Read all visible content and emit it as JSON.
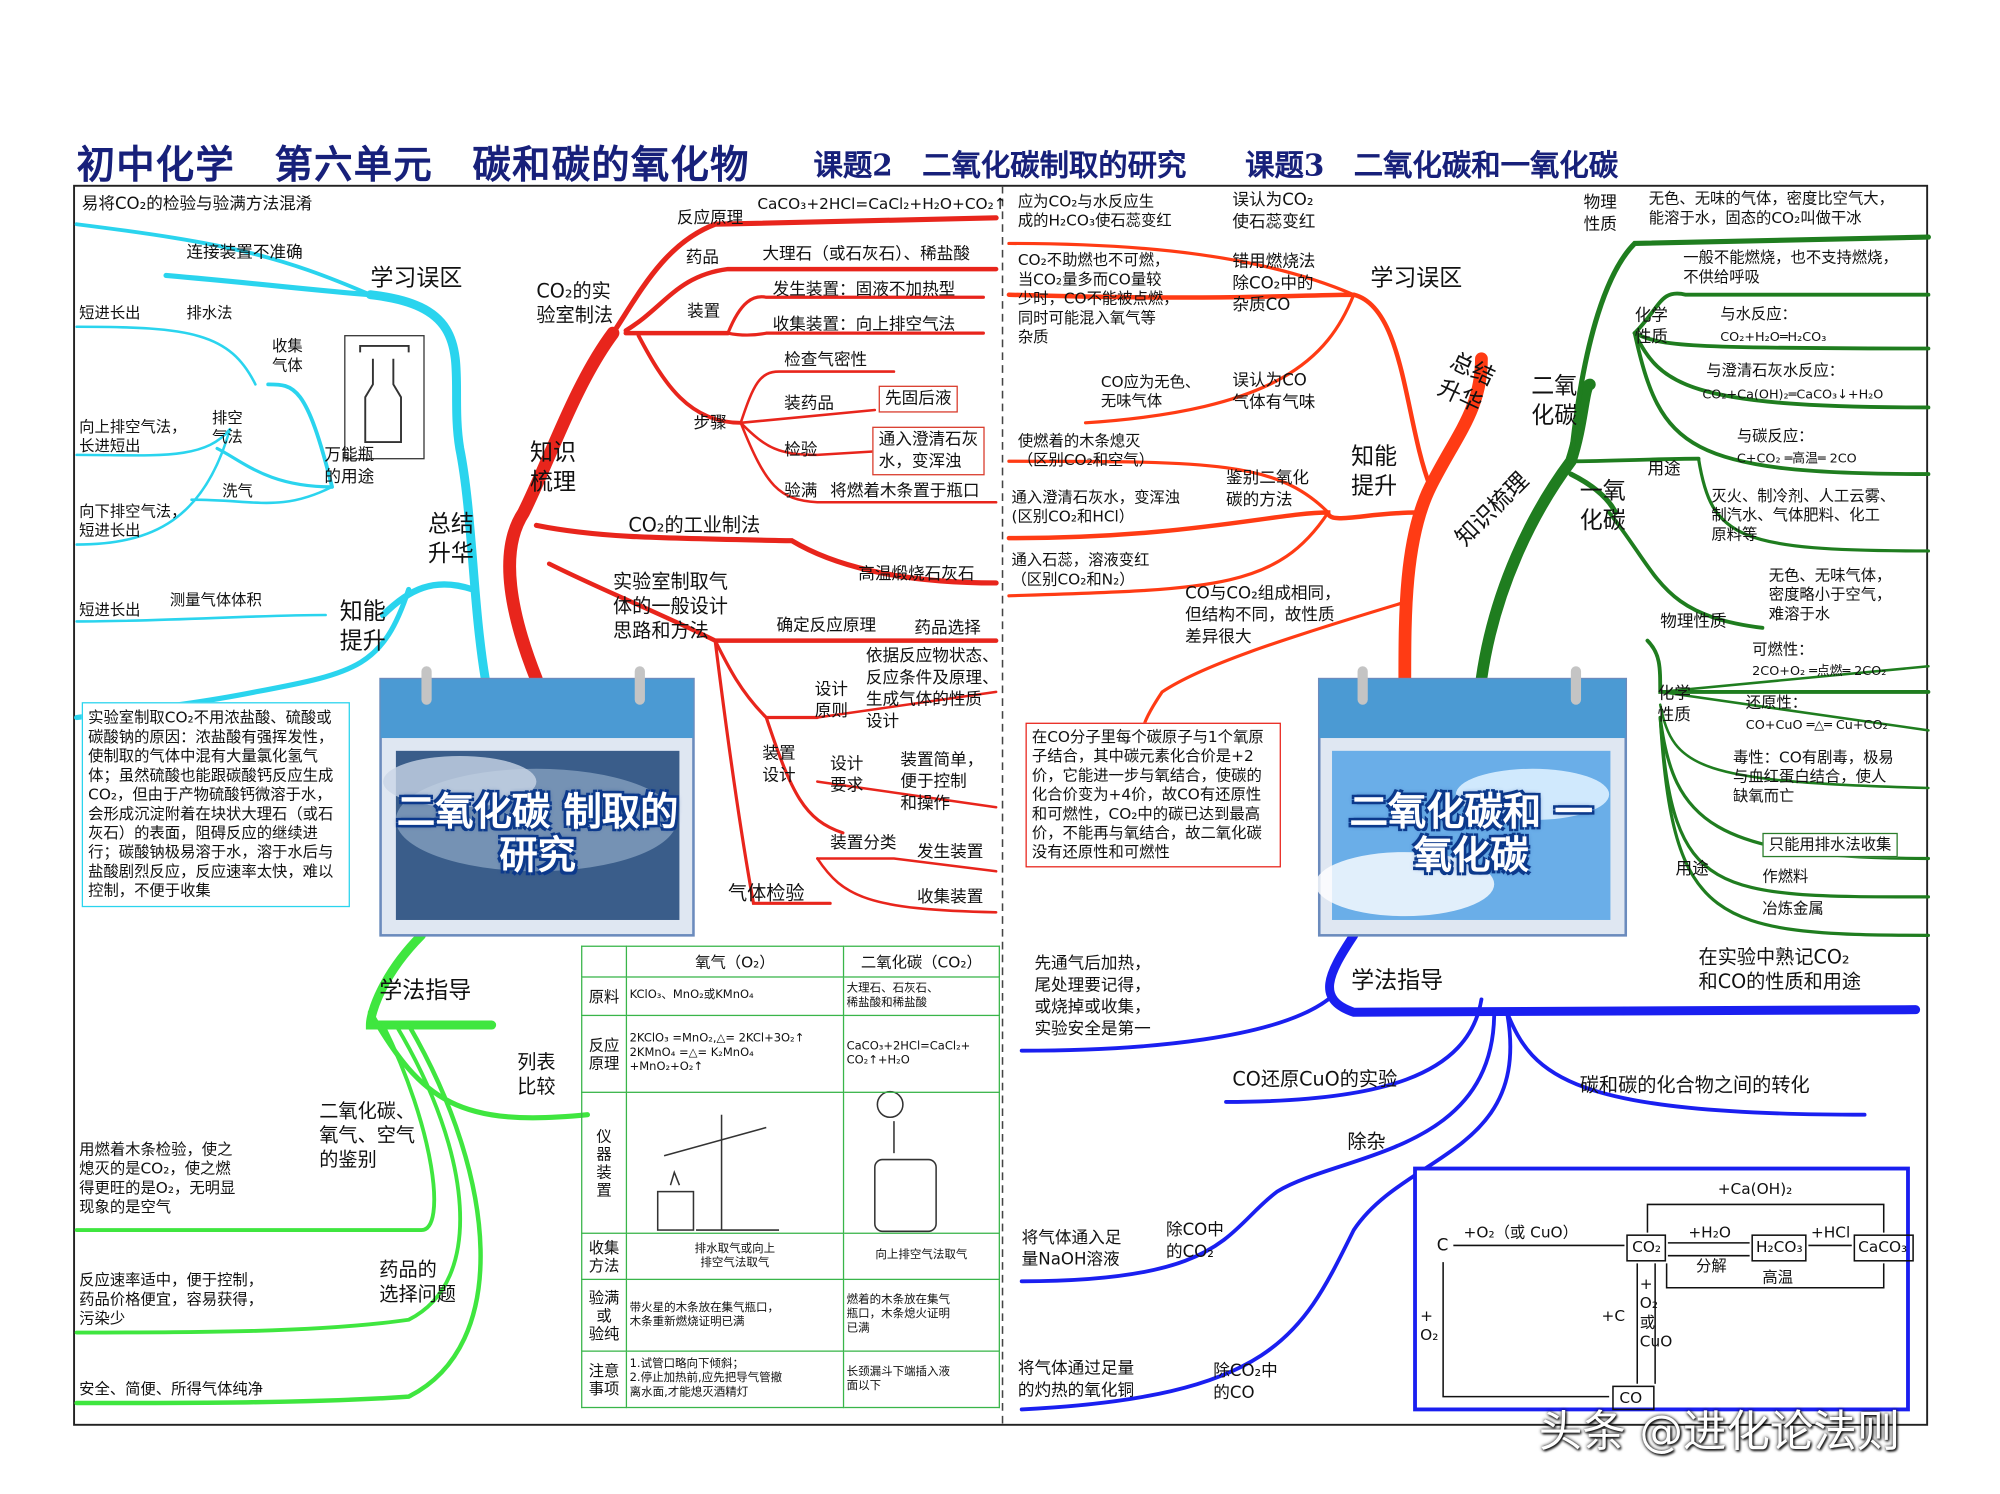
{
  "title": {
    "main": "初中化学　第六单元　碳和碳的氧化物",
    "topic2": "课题2　二氧化碳制取的研究",
    "topic3": "课题3　二氧化碳和一氧化碳"
  },
  "calendars": {
    "left": "二氧化碳\n制取的研究",
    "right": "二氧化碳和\n一氧化碳"
  },
  "left": {
    "branch_zhishi_shuli": "知识\n梳理",
    "branch_zongjie": "总结\n升华",
    "branch_xuexi_wuqu": "学习误区",
    "branch_zhineng": "知能\n提升",
    "branch_xuefa": "学法指导",
    "co2_lab": "CO₂的实\n验室制法",
    "fanying_yuanli": "反应原理",
    "fanying_eq": "CaCO₃+2HCl=CaCl₂+H₂O+CO₂↑",
    "yaopin": "药品",
    "yaopin_val": "大理石（或石灰石）、稀盐酸",
    "zhuangzhi": "装置",
    "fasheng": "发生装置：固液不加热型",
    "shouji": "收集装置：向上排空气法",
    "jiancha": "检查气密性",
    "buzhou": "步骤",
    "zhuangyaopin": "装药品",
    "xiangu": "先固后液",
    "jianyan": "检验",
    "jianyan_val": "通入澄清石灰\n水，变浑浊",
    "yanman": "验满",
    "yanman_val": "将燃着木条置于瓶口",
    "co2_industry": "CO₂的工业制法",
    "gaowen": "高温煅烧石灰石",
    "design": "实验室制取气\n体的一般设计\n思路和方法",
    "queding": "确定反应原理",
    "yaopin_xuanze": "药品选择",
    "sheji_yuanli": "设计\n原则",
    "sheji_yuanli_val": "依据反应物状态、\n反应条件及原理、\n生成气体的性质\n设计",
    "zhuangzhi_sheji": "装置\n设计",
    "sheji_yaoqiu": "设计\n要求",
    "sheji_yaoqiu_val": "装置简单，\n便于控制\n和操作",
    "zhuangzhi_fenlei": "装置分类",
    "fasheng2": "发生装置",
    "shouji2": "收集装置",
    "qiti_jianyan": "气体检验",
    "wuqu1": "易将CO₂的检验与验满方法混淆",
    "wuqu2": "连接装置不准确",
    "paishuifa": "排水法",
    "duanjin1": "短进长出",
    "shouji_qiti": "收集\n气体",
    "paikong": "排空\n气法",
    "xiangshang": "向上排空气法，\n长进短出",
    "xiangxia": "向下排空气法，\n短进长出",
    "xiqi": "洗气",
    "wanneng": "万能瓶\n的用途",
    "duanjin2": "短进长出",
    "celiang": "测量气体体积",
    "note": "实验室制取CO₂不用浓盐酸、硫酸或碳酸钠的原因：浓盐酸有强挥发性，使制取的气体中混有大量氯化氢气体；虽然硫酸也能跟碳酸钙反应生成CO₂，但由于产物硫酸钙微溶于水，会形成沉淀附着在块状大理石（或石灰石）的表面，阻碍反应的继续进行；碳酸钠极易溶于水，溶于水后与盐酸剧烈反应，反应速率太快，难以控制，不便于收集",
    "liebiao": "列表\n比较",
    "jianbie": "二氧化碳、\n氧气、空气\n的鉴别",
    "jianbie_val": "用燃着木条检验，使之\n熄灭的是CO₂，使之燃\n得更旺的是O₂，无明显\n现象的是空气",
    "xuanze": "药品的\n选择问题",
    "xuanze_val": "反应速率适中，便于控制，\n药品价格便宜，容易获得，\n污染少",
    "anquan": "安全、简便、所得气体纯净"
  },
  "table": {
    "headers": [
      "氧气（O₂）",
      "二氧化碳（CO₂）"
    ],
    "rows": [
      {
        "label": "原料",
        "o2": "KClO₃、MnO₂或KMnO₄",
        "co2": "大理石、石灰石、\n稀盐酸和稀盐酸"
      },
      {
        "label": "反应\n原理",
        "o2": "2KClO₃ =MnO₂,△= 2KCl+3O₂↑\n2KMnO₄ =△= K₂MnO₄\n+MnO₂+O₂↑",
        "co2": "CaCO₃+2HCl=CaCl₂+\nCO₂↑+H₂O"
      },
      {
        "label": "仪\n器\n装\n置",
        "o2": "",
        "co2": ""
      },
      {
        "label": "收集\n方法",
        "o2": "排水取气或向上\n排空气法取气",
        "co2": "向上排空气法取气"
      },
      {
        "label": "验满\n或\n验纯",
        "o2": "带火星的木条放在集气瓶口，\n木条重新燃烧证明已满",
        "co2": "燃着的木条放在集气\n瓶口，木条熄火证明\n已满"
      },
      {
        "label": "注意\n事项",
        "o2": "1.试管口略向下倾斜；\n2.停止加热前,应先把导气管撤\n离水面,才能熄灭酒精灯",
        "co2": "长颈漏斗下端插入液\n面以下"
      }
    ]
  },
  "right": {
    "wuqu": "学习误区",
    "zongjie": "总结\n升华",
    "zhineng": "知能\n提升",
    "zhishi": "知识梳理",
    "xuefa": "学法指导",
    "w1a": "应为CO₂与水反应生\n成的H₂CO₃使石蕊变红",
    "w1b": "误认为CO₂\n使石蕊变红",
    "w2a": "CO₂不助燃也不可燃，\n当CO₂量多而CO量较\n少时，CO不能被点燃，\n同时可能混入氧气等\n杂质",
    "w2b": "错用燃烧法\n除CO₂中的\n杂质CO",
    "w3a": "CO应为无色、\n无味气体",
    "w3b": "误认为CO\n气体有气味",
    "j1": "使燃着的木条熄灭\n（区别CO₂和空气）",
    "j2": "通入澄清石灰水，变浑浊\n(区别CO₂和HCl）",
    "j3": "通入石蕊，溶液变红\n（区别CO₂和N₂）",
    "jianbie": "鉴别二氧化\n碳的方法",
    "zucheng": "CO与CO₂组成相同，\n但结构不同，故性质\n差异很大",
    "note": "在CO分子里每个碳原子与1个氧原子结合，其中碳元素化合价是+2价，它能进一步与氧结合，使碳的化合价变为+4价，故CO有还原性和可燃性，CO₂中的碳已达到最高价，不能再与氧结合，故二氧化碳没有还原性和可燃性",
    "eryang": "二氧\n化碳",
    "wuli": "物理\n性质",
    "wuli_val": "无色、无味的气体，密度比空气大，\n能溶于水，固态的CO₂叫做干冰",
    "huaxue": "化学\n性质",
    "bu_ranshao": "一般不能燃烧，也不支持燃烧，\n不供给呼吸",
    "yushui": "与水反应：",
    "yushui_eq": "CO₂+H₂O═H₂CO₃",
    "shihui": "与澄清石灰水反应：",
    "shihui_eq": "CO₂+Ca(OH)₂═CaCO₃↓+H₂O",
    "tan": "与碳反应：",
    "tan_eq": "C+CO₂ ═高温═ 2CO",
    "yongtu": "用途",
    "yongtu_val": "灭火、制冷剂、人工云雾、\n制汽水、气体肥料、化工\n原料等",
    "yiyang": "一氧\n化碳",
    "co_wuli": "物理性质",
    "co_wuli_val": "无色、无味气体，\n密度略小于空气，\n难溶于水",
    "co_huaxue": "化学\n性质",
    "kerang": "可燃性：",
    "kerang_eq": "2CO+O₂ ═点燃═ 2CO₂",
    "huanyuan": "还原性：",
    "huanyuan_eq": "CO+CuO ═△═ Cu+CO₂",
    "duxing": "毒性：CO有剧毒，极易\n与血红蛋白结合，使人\n缺氧而亡",
    "paishui": "只能用排水法收集",
    "co_yongtu": "用途",
    "ranliao": "作燃料",
    "yelian": "冶炼金属",
    "xf1": "先通气后加热，\n尾处理要记得，\n或烧掉或收集，\n实验安全是第一",
    "xf_co_cuo": "CO还原CuO的实验",
    "xf_shuji": "在实验中熟记CO₂\n和CO的性质和用途",
    "xf_zhuanhua": "碳和碳的化合物之间的转化",
    "chuza": "除杂",
    "cz1a": "将气体通入足\n量NaOH溶液",
    "cz1b": "除CO中\n的CO₂",
    "cz2a": "将气体通过足量\n的灼热的氧化铜",
    "cz2b": "除CO₂中\n的CO"
  },
  "conversion": {
    "c": "C",
    "o2_cuo": "+O₂（或 CuO）",
    "co2": "CO₂",
    "h2o": "+H₂O",
    "fenjie": "分解",
    "h2co3": "H₂CO₃",
    "hcl": "+HCl",
    "caco3": "CaCO₃",
    "gaowen": "高温",
    "caoh2": "+Ca(OH)₂",
    "plus_o2": "+\nO₂",
    "plus_c": "+C",
    "o2_or_cuo": "+\nO₂\n或\nCuO",
    "co": "CO"
  },
  "watermark": "头条 @进化论法则"
}
